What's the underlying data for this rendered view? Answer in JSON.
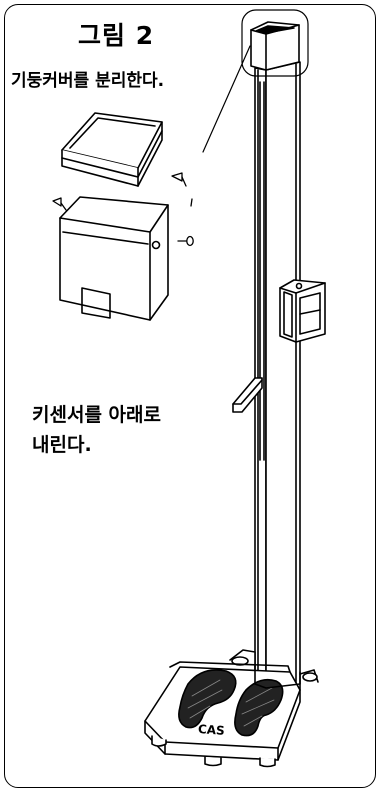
{
  "figure": {
    "title": "그림 2",
    "step1": "기둥커버를 분리한다.",
    "step2_line1": "키센서를 아래로",
    "step2_line2": "내린다.",
    "logo_text": "CAS"
  },
  "colors": {
    "line": "#000000",
    "background": "#ffffff",
    "pad": "#222222"
  }
}
